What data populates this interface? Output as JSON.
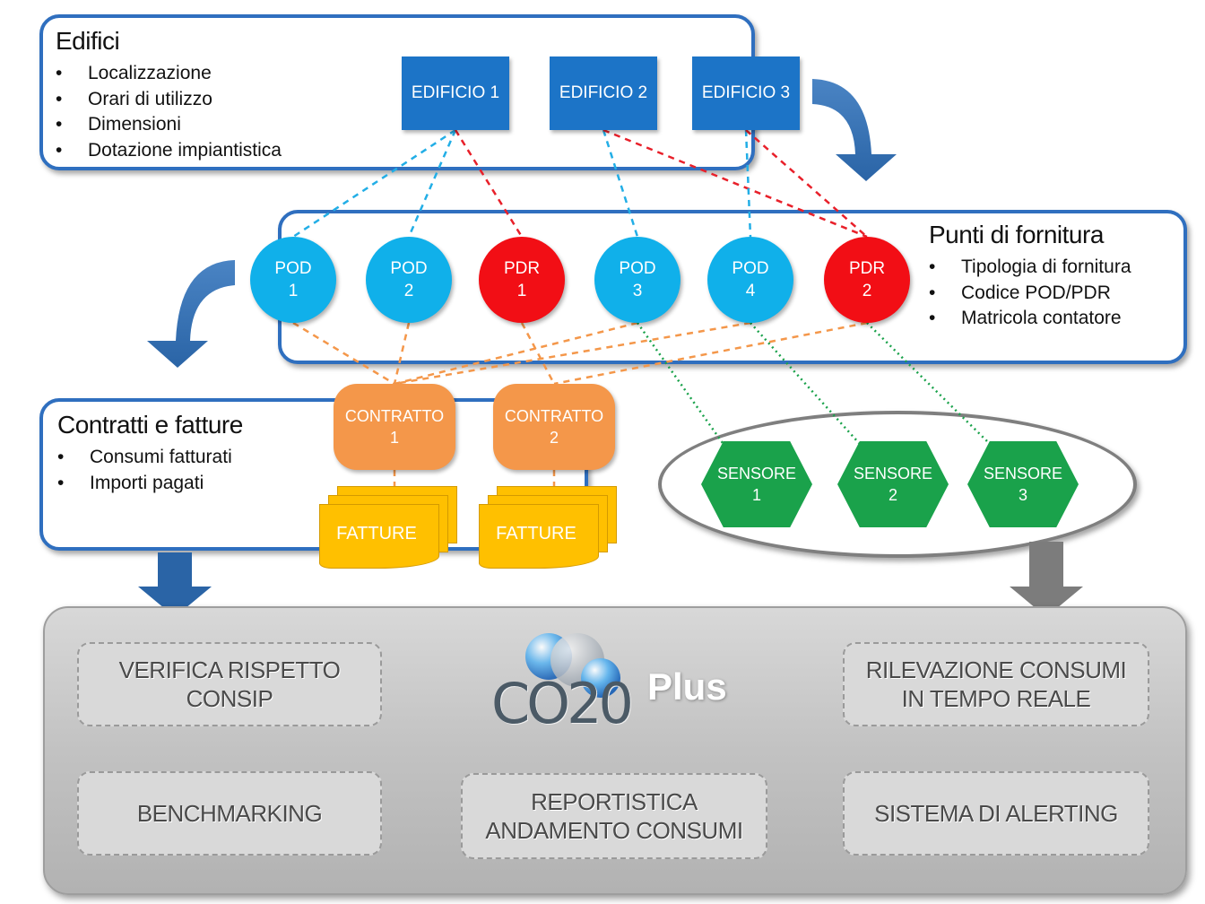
{
  "edifici": {
    "title": "Edifici",
    "items": [
      "Localizzazione",
      "Orari di utilizzo",
      "Dimensioni",
      "Dotazione impiantistica"
    ],
    "buildings": [
      "EDIFICIO 1",
      "EDIFICIO 2",
      "EDIFICIO 3"
    ]
  },
  "punti": {
    "title": "Punti di fornitura",
    "items": [
      "Tipologia di fornitura",
      "Codice POD/PDR",
      "Matricola contatore"
    ],
    "points": [
      {
        "line1": "POD",
        "line2": "1",
        "kind": "pod"
      },
      {
        "line1": "POD",
        "line2": "2",
        "kind": "pod"
      },
      {
        "line1": "PDR",
        "line2": "1",
        "kind": "pdr"
      },
      {
        "line1": "POD",
        "line2": "3",
        "kind": "pod"
      },
      {
        "line1": "POD",
        "line2": "4",
        "kind": "pod"
      },
      {
        "line1": "PDR",
        "line2": "2",
        "kind": "pdr"
      }
    ]
  },
  "contratti": {
    "title": "Contratti e fatture",
    "items": [
      "Consumi fatturati",
      "Importi pagati"
    ],
    "contracts": [
      {
        "line1": "CONTRATTO",
        "line2": "1"
      },
      {
        "line1": "CONTRATTO",
        "line2": "2"
      }
    ],
    "invoice_label": "FATTURE"
  },
  "sensori": [
    {
      "line1": "SENSORE",
      "line2": "1"
    },
    {
      "line1": "SENSORE",
      "line2": "2"
    },
    {
      "line1": "SENSORE",
      "line2": "3"
    }
  ],
  "platform": {
    "logo_text": "CO20",
    "logo_suffix": "Plus",
    "features": {
      "consip": "VERIFICA RISPETTO CONSIP",
      "realtime": "RILEVAZIONE CONSUMI IN TEMPO REALE",
      "benchmarking": "BENCHMARKING",
      "reporting": "REPORTISTICA ANDAMENTO CONSUMI",
      "alerting": "SISTEMA DI ALERTING"
    }
  },
  "colors": {
    "panel_border": "#2f6fbf",
    "building": "#1c74c7",
    "pod": "#10b0ea",
    "pdr": "#f20e15",
    "contract": "#f4974a",
    "invoice": "#ffc000",
    "sensor": "#1aa24b",
    "electric_link": "#22aee6",
    "gas_link": "#e8202a",
    "contract_link": "#f4974a",
    "sensor_link": "#1aa24b"
  }
}
